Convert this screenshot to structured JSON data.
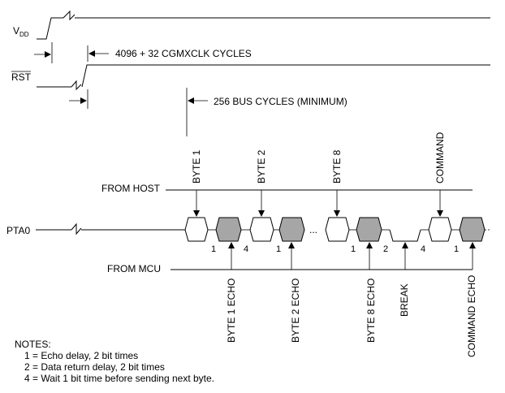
{
  "signals": {
    "vdd": "V",
    "vdd_sub": "DD",
    "rst": "RST",
    "pta0": "PTA0"
  },
  "timing": {
    "reset_delay": "4096 + 32 CGMXCLK CYCLES",
    "bus_delay": "256 BUS CYCLES (MINIMUM)"
  },
  "from_host": {
    "label": "FROM HOST",
    "bytes": [
      "BYTE 1",
      "BYTE 2",
      "BYTE 8",
      "COMMAND"
    ]
  },
  "from_mcu": {
    "label": "FROM MCU",
    "echoes": [
      "BYTE 1 ECHO",
      "BYTE 2 ECHO",
      "BYTE 8 ECHO",
      "BREAK",
      "COMMAND ECHO"
    ]
  },
  "gap_markers": [
    "1",
    "4",
    "1",
    "1",
    "2",
    "4",
    "1"
  ],
  "ellipsis": "...",
  "notes": {
    "title": "NOTES:",
    "items": [
      "1 = Echo delay, 2 bit times",
      "2 = Data return delay, 2 bit times",
      "4 = Wait 1 bit time before sending next byte."
    ]
  },
  "colors": {
    "echo_fill": "#a6a6a6",
    "line": "#000000"
  }
}
